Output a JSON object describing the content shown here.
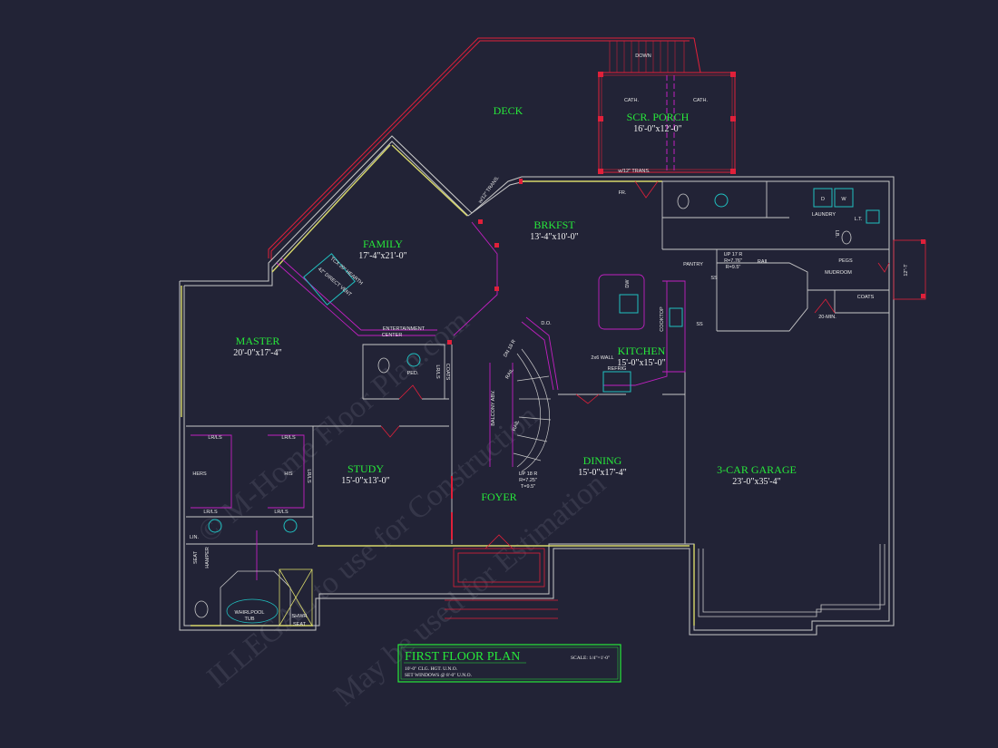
{
  "rooms": {
    "deck": {
      "name": "DECK"
    },
    "porch": {
      "name": "SCR. PORCH",
      "dim": "16'-0\"x12'-0\""
    },
    "family": {
      "name": "FAMILY",
      "dim": "17'-4\"x21'-0\""
    },
    "brkfst": {
      "name": "BRKFST",
      "dim": "13'-4\"x10'-0\""
    },
    "master": {
      "name": "MASTER",
      "dim": "20'-0\"x17'-4\""
    },
    "kitchen": {
      "name": "KITCHEN",
      "dim": "15'-0\"x15'-0\""
    },
    "study": {
      "name": "STUDY",
      "dim": "15'-0\"x13'-0\""
    },
    "dining": {
      "name": "DINING",
      "dim": "15'-0\"x17'-4\""
    },
    "foyer": {
      "name": "FOYER"
    },
    "garage": {
      "name": "3-CAR GARAGE",
      "dim": "23'-0\"x35'-4\""
    }
  },
  "labels": {
    "down": "DOWN",
    "cath1": "CATH.",
    "cath2": "CATH.",
    "trans1": "w/12\" TRANS.",
    "trans2": "w/12\" TRANS.",
    "fr": "FR.",
    "laundry": "LAUNDRY",
    "d": "D",
    "w": "W",
    "lt": "L.T.",
    "lb": "LB.",
    "pegs": "PEGS",
    "mudroom": "MUDROOM",
    "coats1": "COATS",
    "coats2": "COATS",
    "pantry": "PANTRY",
    "stairs_up": "UP 17 R",
    "stairs_r": "R=7.76\"",
    "stairs_t": "R=9.5\"",
    "rail1": "RAIL",
    "rail2": "RAIL",
    "rail3": "RAIL",
    "twelve": "12\"-T",
    "min20": "20-MIN.",
    "ss1": "SS",
    "ss2": "SS",
    "dw": "DW",
    "cooktop": "COOKTOP",
    "refrig": "REFRIG",
    "wall": "2x6 WALL",
    "do": "D.O.",
    "dn": "DN 18 R",
    "balcony": "BALCONY ABV.",
    "up18": "UP 18 R",
    "r725": "R=7.25\"",
    "t95": "T=9.5\"",
    "ent": "ENTERTAINMENT",
    "center": "CENTER",
    "hearth": "TCX 20\" HEARTH",
    "vent": "42\" DIRECT VENT",
    "ped": "PED.",
    "lrls": "LR/LS",
    "lrls2": "LR/LS",
    "lrls3": "LR/LS",
    "lrls4": "LR/LS",
    "lrls5": "LR/LS",
    "lrls6": "LR/LS",
    "hers": "HERS",
    "his": "HIS",
    "lin": "LIN.",
    "seat": "SEAT",
    "hamper": "HAMPER",
    "whirlpool": "WHIRLPOOL",
    "tub": "TUB",
    "shwr": "SHWR",
    "seat2": "SEAT"
  },
  "title_block": {
    "title": "FIRST FLOOR PLAN",
    "scale": "SCALE: 1/4\"=1'-0\"",
    "note1": "10'-0\" CLG. HGT. U.N.O.",
    "note2": "SET WINDOWS @ 8'-0\" U.N.O."
  },
  "watermark": {
    "line1": "ILLEGAL to use for Construction",
    "line2": "May be used for Estimation",
    "line3": "© M-Home Floor Plan.com"
  },
  "colors": {
    "background": "#222336",
    "wall": "#c8c8c8",
    "red": "#e0203a",
    "magenta": "#c020c0",
    "yellow": "#d8d86a",
    "green": "#27e83a",
    "cyan": "#20c0c0"
  }
}
